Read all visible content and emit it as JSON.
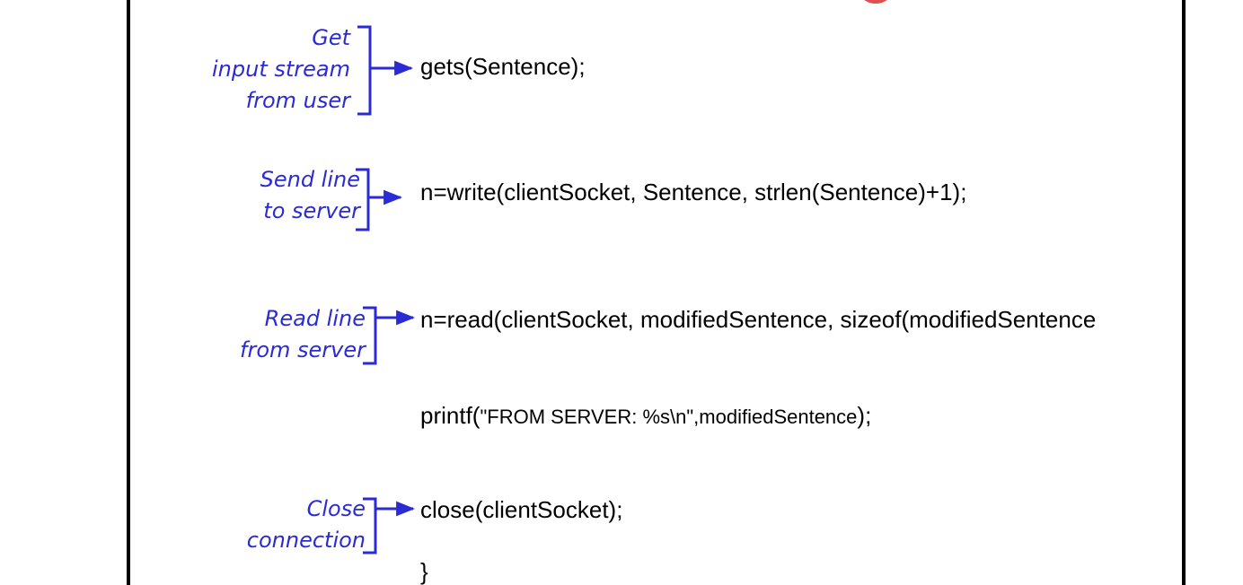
{
  "code": {
    "gets_line": "gets(Sentence);",
    "write_line": "n=write(clientSocket, Sentence, strlen(Sentence)+1);",
    "read_line": "n=read(clientSocket, modifiedSentence, sizeof(modifiedSentence",
    "printf_func": "printf(",
    "printf_args": "\"FROM SERVER: %s\\n\",modifiedSentence",
    "printf_close": ");",
    "close_line": "close(clientSocket);",
    "brace_line": "}"
  },
  "annotations": {
    "get_input": [
      "Get",
      "input stream",
      "from user"
    ],
    "send_line": [
      "Send line",
      "to server"
    ],
    "read_line": [
      "Read line",
      "from server"
    ],
    "close_conn": [
      "Close",
      "connection"
    ]
  },
  "colors": {
    "annotation": "#2b2bd6",
    "code": "#000000",
    "frame": "#000000"
  }
}
